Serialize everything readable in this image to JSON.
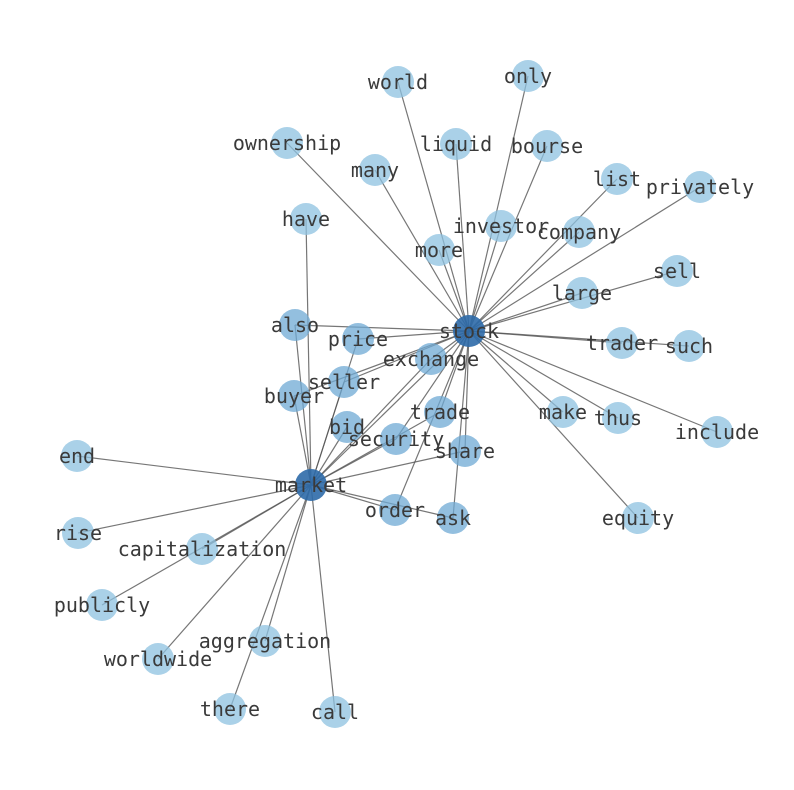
{
  "colors": {
    "hub": "#2e6aa8",
    "leaf": "#8ec1e0",
    "mid": "#6fa9d4",
    "edge": "#555555",
    "label": "#3a3a3a"
  },
  "nodes": [
    {
      "id": "stock",
      "label": "stock",
      "kind": "hub"
    },
    {
      "id": "market",
      "label": "market",
      "kind": "hub"
    },
    {
      "id": "world",
      "label": "world",
      "kind": "leaf"
    },
    {
      "id": "only",
      "label": "only",
      "kind": "leaf"
    },
    {
      "id": "ownership",
      "label": "ownership",
      "kind": "leaf"
    },
    {
      "id": "liquid",
      "label": "liquid",
      "kind": "leaf"
    },
    {
      "id": "bourse",
      "label": "bourse",
      "kind": "leaf"
    },
    {
      "id": "many",
      "label": "many",
      "kind": "leaf"
    },
    {
      "id": "list",
      "label": "list",
      "kind": "leaf"
    },
    {
      "id": "privately",
      "label": "privately",
      "kind": "leaf"
    },
    {
      "id": "have",
      "label": "have",
      "kind": "leaf"
    },
    {
      "id": "investor",
      "label": "investor",
      "kind": "leaf"
    },
    {
      "id": "company",
      "label": "company",
      "kind": "leaf"
    },
    {
      "id": "more",
      "label": "more",
      "kind": "leaf"
    },
    {
      "id": "sell",
      "label": "sell",
      "kind": "leaf"
    },
    {
      "id": "large",
      "label": "large",
      "kind": "leaf"
    },
    {
      "id": "also",
      "label": "also",
      "kind": "mid"
    },
    {
      "id": "price",
      "label": "price",
      "kind": "mid"
    },
    {
      "id": "trader",
      "label": "trader",
      "kind": "leaf"
    },
    {
      "id": "such",
      "label": "such",
      "kind": "leaf"
    },
    {
      "id": "exchange",
      "label": "exchange",
      "kind": "mid"
    },
    {
      "id": "seller",
      "label": "seller",
      "kind": "mid"
    },
    {
      "id": "buyer",
      "label": "buyer",
      "kind": "mid"
    },
    {
      "id": "make",
      "label": "make",
      "kind": "leaf"
    },
    {
      "id": "thus",
      "label": "thus",
      "kind": "leaf"
    },
    {
      "id": "trade",
      "label": "trade",
      "kind": "mid"
    },
    {
      "id": "include",
      "label": "include",
      "kind": "leaf"
    },
    {
      "id": "bid",
      "label": "bid",
      "kind": "mid"
    },
    {
      "id": "security",
      "label": "security",
      "kind": "mid"
    },
    {
      "id": "share",
      "label": "share",
      "kind": "mid"
    },
    {
      "id": "end",
      "label": "end",
      "kind": "leaf"
    },
    {
      "id": "order",
      "label": "order",
      "kind": "mid"
    },
    {
      "id": "ask",
      "label": "ask",
      "kind": "mid"
    },
    {
      "id": "equity",
      "label": "equity",
      "kind": "leaf"
    },
    {
      "id": "rise",
      "label": "rise",
      "kind": "leaf"
    },
    {
      "id": "capitalization",
      "label": "capitalization",
      "kind": "leaf"
    },
    {
      "id": "publicly",
      "label": "publicly",
      "kind": "leaf"
    },
    {
      "id": "aggregation",
      "label": "aggregation",
      "kind": "leaf"
    },
    {
      "id": "worldwide",
      "label": "worldwide",
      "kind": "leaf"
    },
    {
      "id": "there",
      "label": "there",
      "kind": "leaf"
    },
    {
      "id": "call",
      "label": "call",
      "kind": "leaf"
    }
  ],
  "edges": [
    [
      "stock",
      "world"
    ],
    [
      "stock",
      "only"
    ],
    [
      "stock",
      "ownership"
    ],
    [
      "stock",
      "liquid"
    ],
    [
      "stock",
      "bourse"
    ],
    [
      "stock",
      "many"
    ],
    [
      "stock",
      "list"
    ],
    [
      "stock",
      "privately"
    ],
    [
      "stock",
      "investor"
    ],
    [
      "stock",
      "company"
    ],
    [
      "stock",
      "more"
    ],
    [
      "stock",
      "sell"
    ],
    [
      "stock",
      "large"
    ],
    [
      "stock",
      "also"
    ],
    [
      "stock",
      "price"
    ],
    [
      "stock",
      "trader"
    ],
    [
      "stock",
      "such"
    ],
    [
      "stock",
      "exchange"
    ],
    [
      "stock",
      "seller"
    ],
    [
      "stock",
      "make"
    ],
    [
      "stock",
      "thus"
    ],
    [
      "stock",
      "trade"
    ],
    [
      "stock",
      "include"
    ],
    [
      "stock",
      "security"
    ],
    [
      "stock",
      "share"
    ],
    [
      "stock",
      "order"
    ],
    [
      "stock",
      "ask"
    ],
    [
      "stock",
      "equity"
    ],
    [
      "stock",
      "market"
    ],
    [
      "stock",
      "buyer"
    ],
    [
      "market",
      "end"
    ],
    [
      "market",
      "rise"
    ],
    [
      "market",
      "capitalization"
    ],
    [
      "market",
      "publicly"
    ],
    [
      "market",
      "aggregation"
    ],
    [
      "market",
      "worldwide"
    ],
    [
      "market",
      "there"
    ],
    [
      "market",
      "call"
    ],
    [
      "market",
      "also"
    ],
    [
      "market",
      "price"
    ],
    [
      "market",
      "exchange"
    ],
    [
      "market",
      "seller"
    ],
    [
      "market",
      "buyer"
    ],
    [
      "market",
      "bid"
    ],
    [
      "market",
      "security"
    ],
    [
      "market",
      "share"
    ],
    [
      "market",
      "order"
    ],
    [
      "market",
      "ask"
    ],
    [
      "market",
      "trade"
    ],
    [
      "market",
      "have"
    ]
  ]
}
